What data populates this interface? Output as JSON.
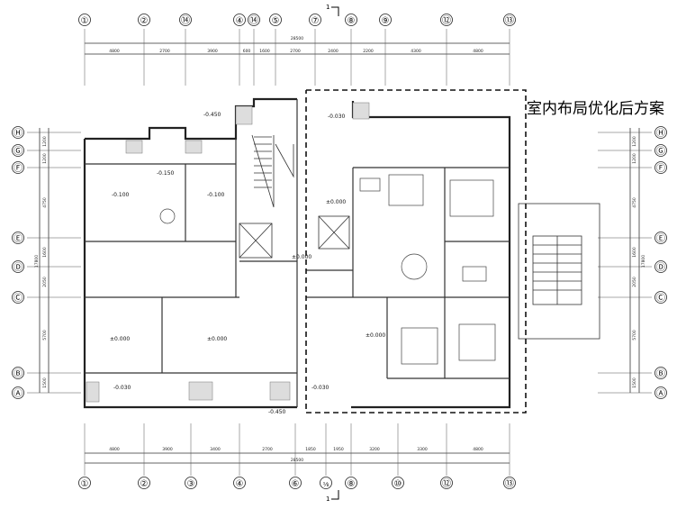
{
  "callout": "室内布局优化后方案",
  "section_mark": "1",
  "overall_dim": "28500",
  "top_axes": [
    "①",
    "②",
    "⑭",
    "④",
    "⑭",
    "⑤",
    "⑦",
    "⑧",
    "⑨",
    "⑫",
    "⑬"
  ],
  "top_dims": [
    "4800",
    "2700",
    "3900",
    "600",
    "1600",
    "2700",
    "2400",
    "2200",
    "4300",
    "4800"
  ],
  "bottom_axes": [
    "①",
    "②",
    "③",
    "④",
    "⑥",
    "⅟₈",
    "⑧",
    "⑩",
    "⑫",
    "⑬"
  ],
  "bottom_dims": [
    "4800",
    "3900",
    "3400",
    "2700",
    "1850",
    "1950",
    "3200",
    "3300",
    "4800"
  ],
  "left_axes": [
    "Ⓗ",
    "Ⓖ",
    "Ⓕ",
    "Ⓔ",
    "Ⓓ",
    "Ⓒ",
    "Ⓑ",
    "Ⓐ"
  ],
  "right_axes": [
    "Ⓗ",
    "Ⓖ",
    "Ⓕ",
    "Ⓔ",
    "Ⓓ",
    "Ⓒ",
    "Ⓑ",
    "Ⓐ"
  ],
  "side_dims": [
    "1200",
    "1200",
    "4750",
    "1600",
    "2050",
    "5700",
    "1500"
  ],
  "side_total": "17800",
  "levels": {
    "lv1": "-0.450",
    "lv2": "-0.030",
    "lv3": "-0.150",
    "lv4": "-0.100",
    "lv5": "-0.100",
    "lv6": "±0.000",
    "lv7": "±0.000",
    "lv8": "±0.000",
    "lv9": "±0.000",
    "lv10": "±0.000",
    "lv11": "-0.030",
    "lv12": "-0.030",
    "lv13": "-0.450"
  }
}
